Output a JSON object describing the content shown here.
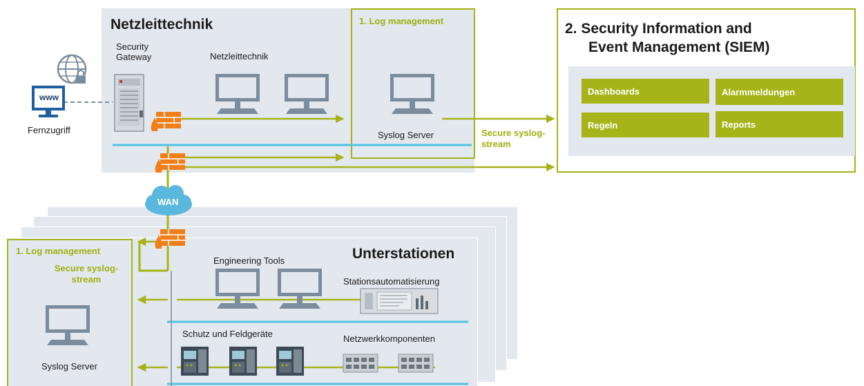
{
  "title_central": "Netzleittechnik",
  "security_gateway": "Security Gateway",
  "netz_label": "Netzleittechnik",
  "log_management_top": "1. Log management",
  "syslog_server_top": "Syslog Server",
  "secure_stream_top": "Secure syslog-stream",
  "fernzugriff": "Fernzugriff",
  "www": "www",
  "wan": "WAN",
  "siem": {
    "title_line1": "2. Security Information and",
    "title_line2": "Event Management (SIEM)",
    "items": [
      "Dashboards",
      "Alarmmeldungen",
      "Regeln",
      "Reports"
    ]
  },
  "substation": {
    "title": "Unterstationen",
    "log_management": "1. Log management",
    "secure_stream": "Secure syslog-stream",
    "syslog_server": "Syslog Server",
    "engineering_tools": "Engineering Tools",
    "stationsautomatisierung": "Stationsautomatisierung",
    "schutz": "Schutz und Feldgeräte",
    "netzwerk": "Netzwerkkomponenten"
  },
  "colors": {
    "accent": "#a5b418",
    "panel": "#e3e8ef",
    "bus": "#4fc3e0",
    "firewall": "#f07f1a",
    "monitor": "#7b8c9c"
  }
}
